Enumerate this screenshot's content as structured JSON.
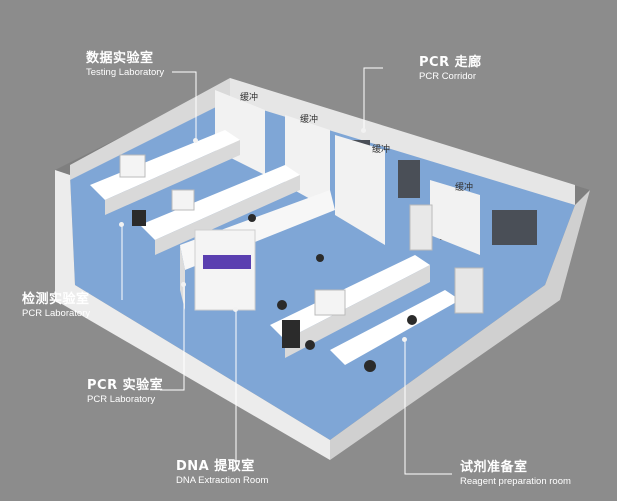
{
  "labels": {
    "testing_lab": {
      "zh": "数据实验室",
      "en": "Testing Laboratory"
    },
    "pcr_corridor": {
      "zh": "PCR 走廊",
      "en": "PCR Corridor"
    },
    "detection_lab": {
      "zh": "检测实验室",
      "en": "PCR Laboratory"
    },
    "pcr_lab": {
      "zh": "PCR 实验室",
      "en": "PCR Laboratory"
    },
    "dna_room": {
      "zh": "DNA 提取室",
      "en": "DNA Extraction Room"
    },
    "reagent_room": {
      "zh": "试剂准备室",
      "en": "Reagent preparation room"
    }
  },
  "buffers": [
    "缓冲",
    "缓冲",
    "缓冲",
    "缓冲"
  ],
  "colors": {
    "background": "#8c8c8c",
    "floor": "#7fa6d6",
    "wall": "#f2f2f2",
    "accent": "#5a3fb0"
  }
}
